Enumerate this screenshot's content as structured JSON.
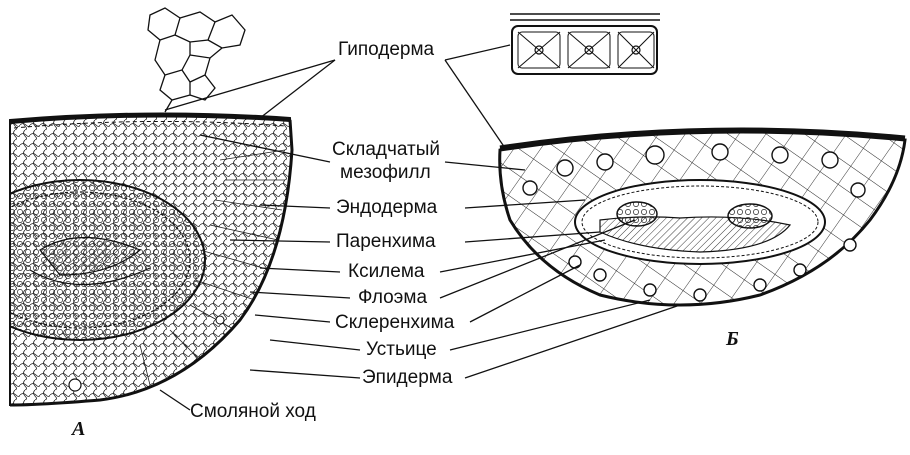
{
  "labels": {
    "hypodermis": "Гиподерма",
    "mesophyll_1": "Складчатый",
    "mesophyll_2": "мезофилл",
    "endodermis": "Эндодерма",
    "parenchyma": "Паренхима",
    "xylem": "Ксилема",
    "phloem": "Флоэма",
    "sclerenchyma": "Склеренхима",
    "stoma": "Устьице",
    "epidermis": "Эпидерма",
    "resin_duct": "Смоляной ход"
  },
  "panels": {
    "a": "А",
    "b": "Б"
  },
  "colors": {
    "ink": "#111111",
    "background": "#ffffff"
  }
}
